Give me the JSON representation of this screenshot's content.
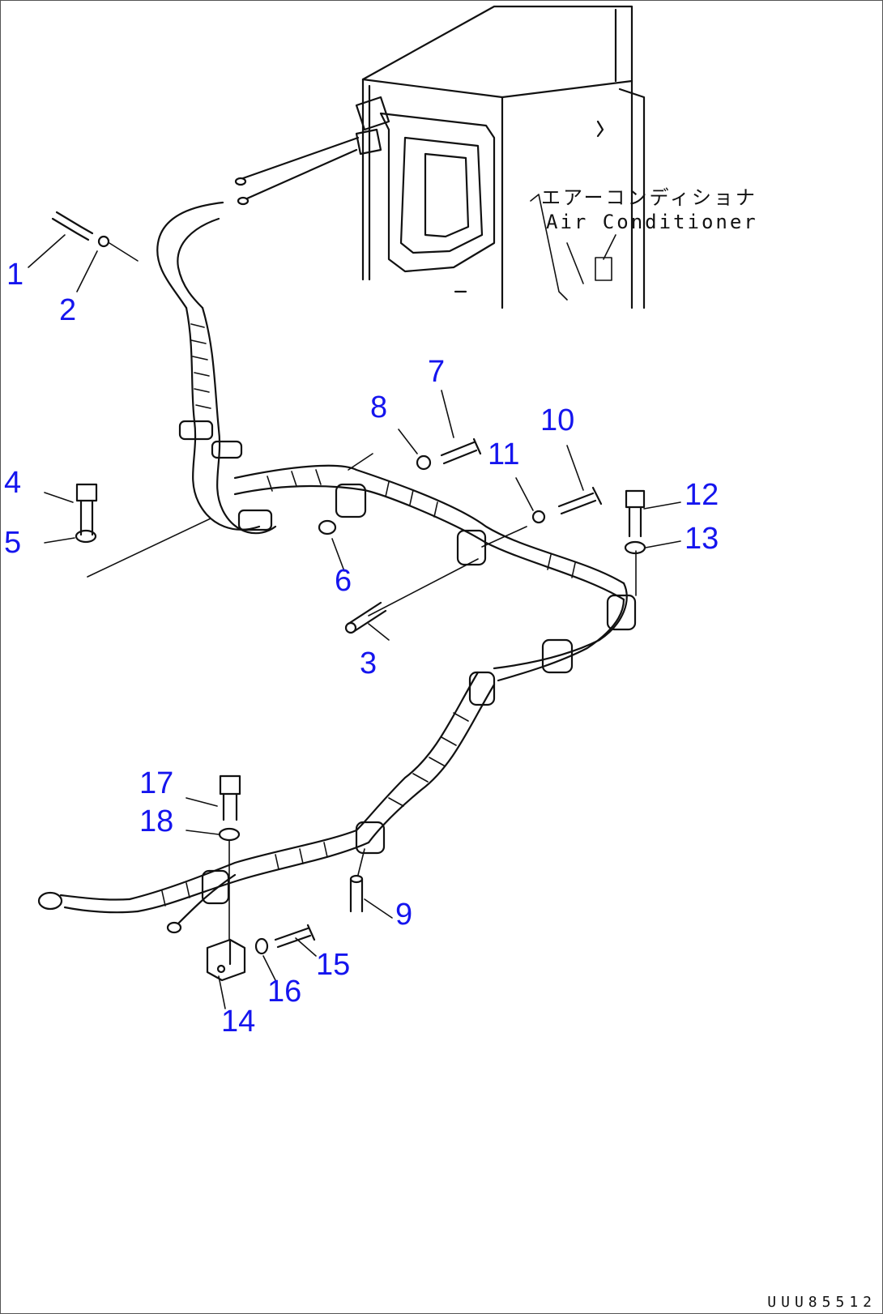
{
  "labels": {
    "l1": "1",
    "l2": "2",
    "l3": "3",
    "l4": "4",
    "l5": "5",
    "l6": "6",
    "l7": "7",
    "l8": "8",
    "l9": "9",
    "l10": "10",
    "l11": "11",
    "l12": "12",
    "l13": "13",
    "l14": "14",
    "l15": "15",
    "l16": "16",
    "l17": "17",
    "l18": "18"
  },
  "component": {
    "name_jp": "エアーコンディショナ",
    "name_en": "Air Conditioner"
  },
  "drawing_id": "UUU85512",
  "colors": {
    "callout": "#1515ee",
    "line": "#111111"
  }
}
